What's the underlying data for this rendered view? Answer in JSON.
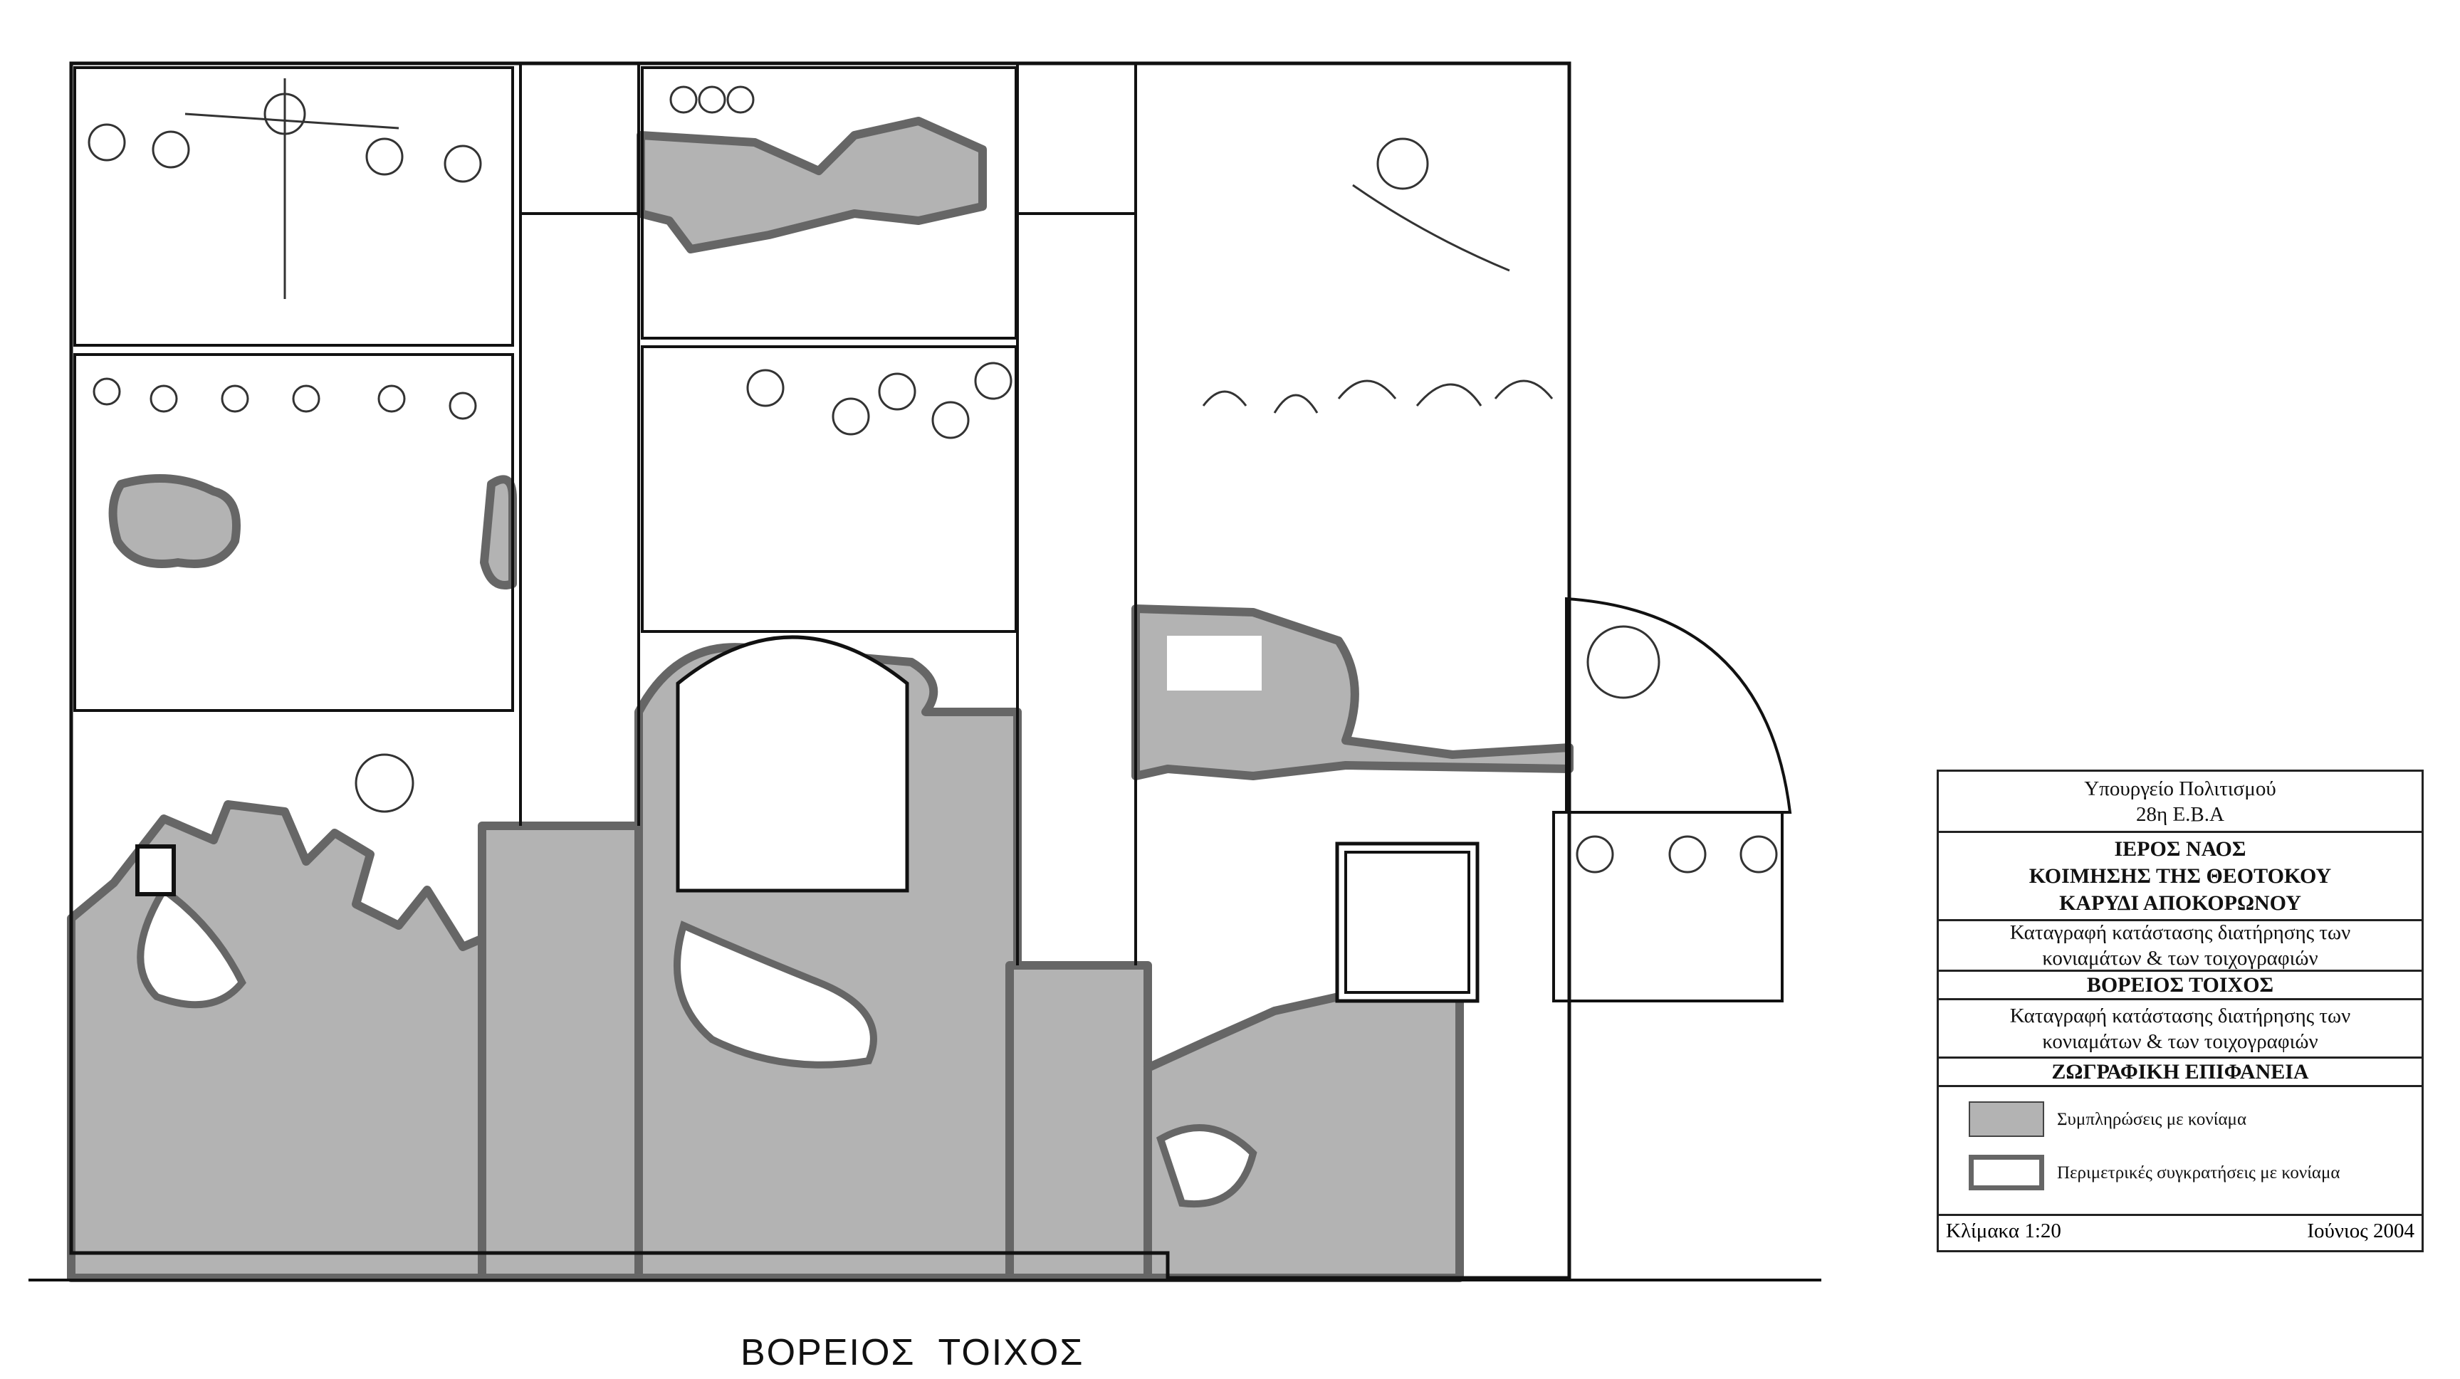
{
  "drawing": {
    "title": "ΒΟΡΕΙΟΣ  ΤΟΙΧΟΣ",
    "colors": {
      "fill": "#b3b3b3",
      "outline": "#666666",
      "line": "#111111"
    }
  },
  "legend": {
    "ministry": "Υπουργείο Πολιτισμού",
    "ephorate": "28η Ε.Β.Α",
    "church_line1": "ΙΕΡΟΣ ΝΑΟΣ",
    "church_line2": "ΚΟΙΜΗΣΗΣ ΤΗΣ ΘΕΟΤΟΚΟΥ",
    "church_line3": "ΚΑΡΥΔΙ ΑΠΟΚΟΡΩΝΟΥ",
    "survey_line1": "Καταγραφή κατάστασης διατήρησης των",
    "survey_line2": "κονιαμάτων & των τοιχογραφιών",
    "wall": "ΒΟΡΕΙΟΣ ΤΟΙΧΟΣ",
    "survey2_line1": "Καταγραφή κατάστασης διατήρησης των",
    "survey2_line2": "κονιαμάτων & των τοιχογραφιών",
    "surface": "ΖΩΓΡΑΦΙΚΗ ΕΠΙΦΑΝΕΙΑ",
    "items": [
      {
        "label": "Συμπληρώσεις με κονίαμα",
        "swatch": "#b3b3b3"
      },
      {
        "label": "Περιμετρικές συγκρατήσεις με κονίαμα",
        "swatch": "#666666"
      }
    ],
    "scale": "Κλίμακα 1:20",
    "date": "Ιούνιος 2004"
  }
}
